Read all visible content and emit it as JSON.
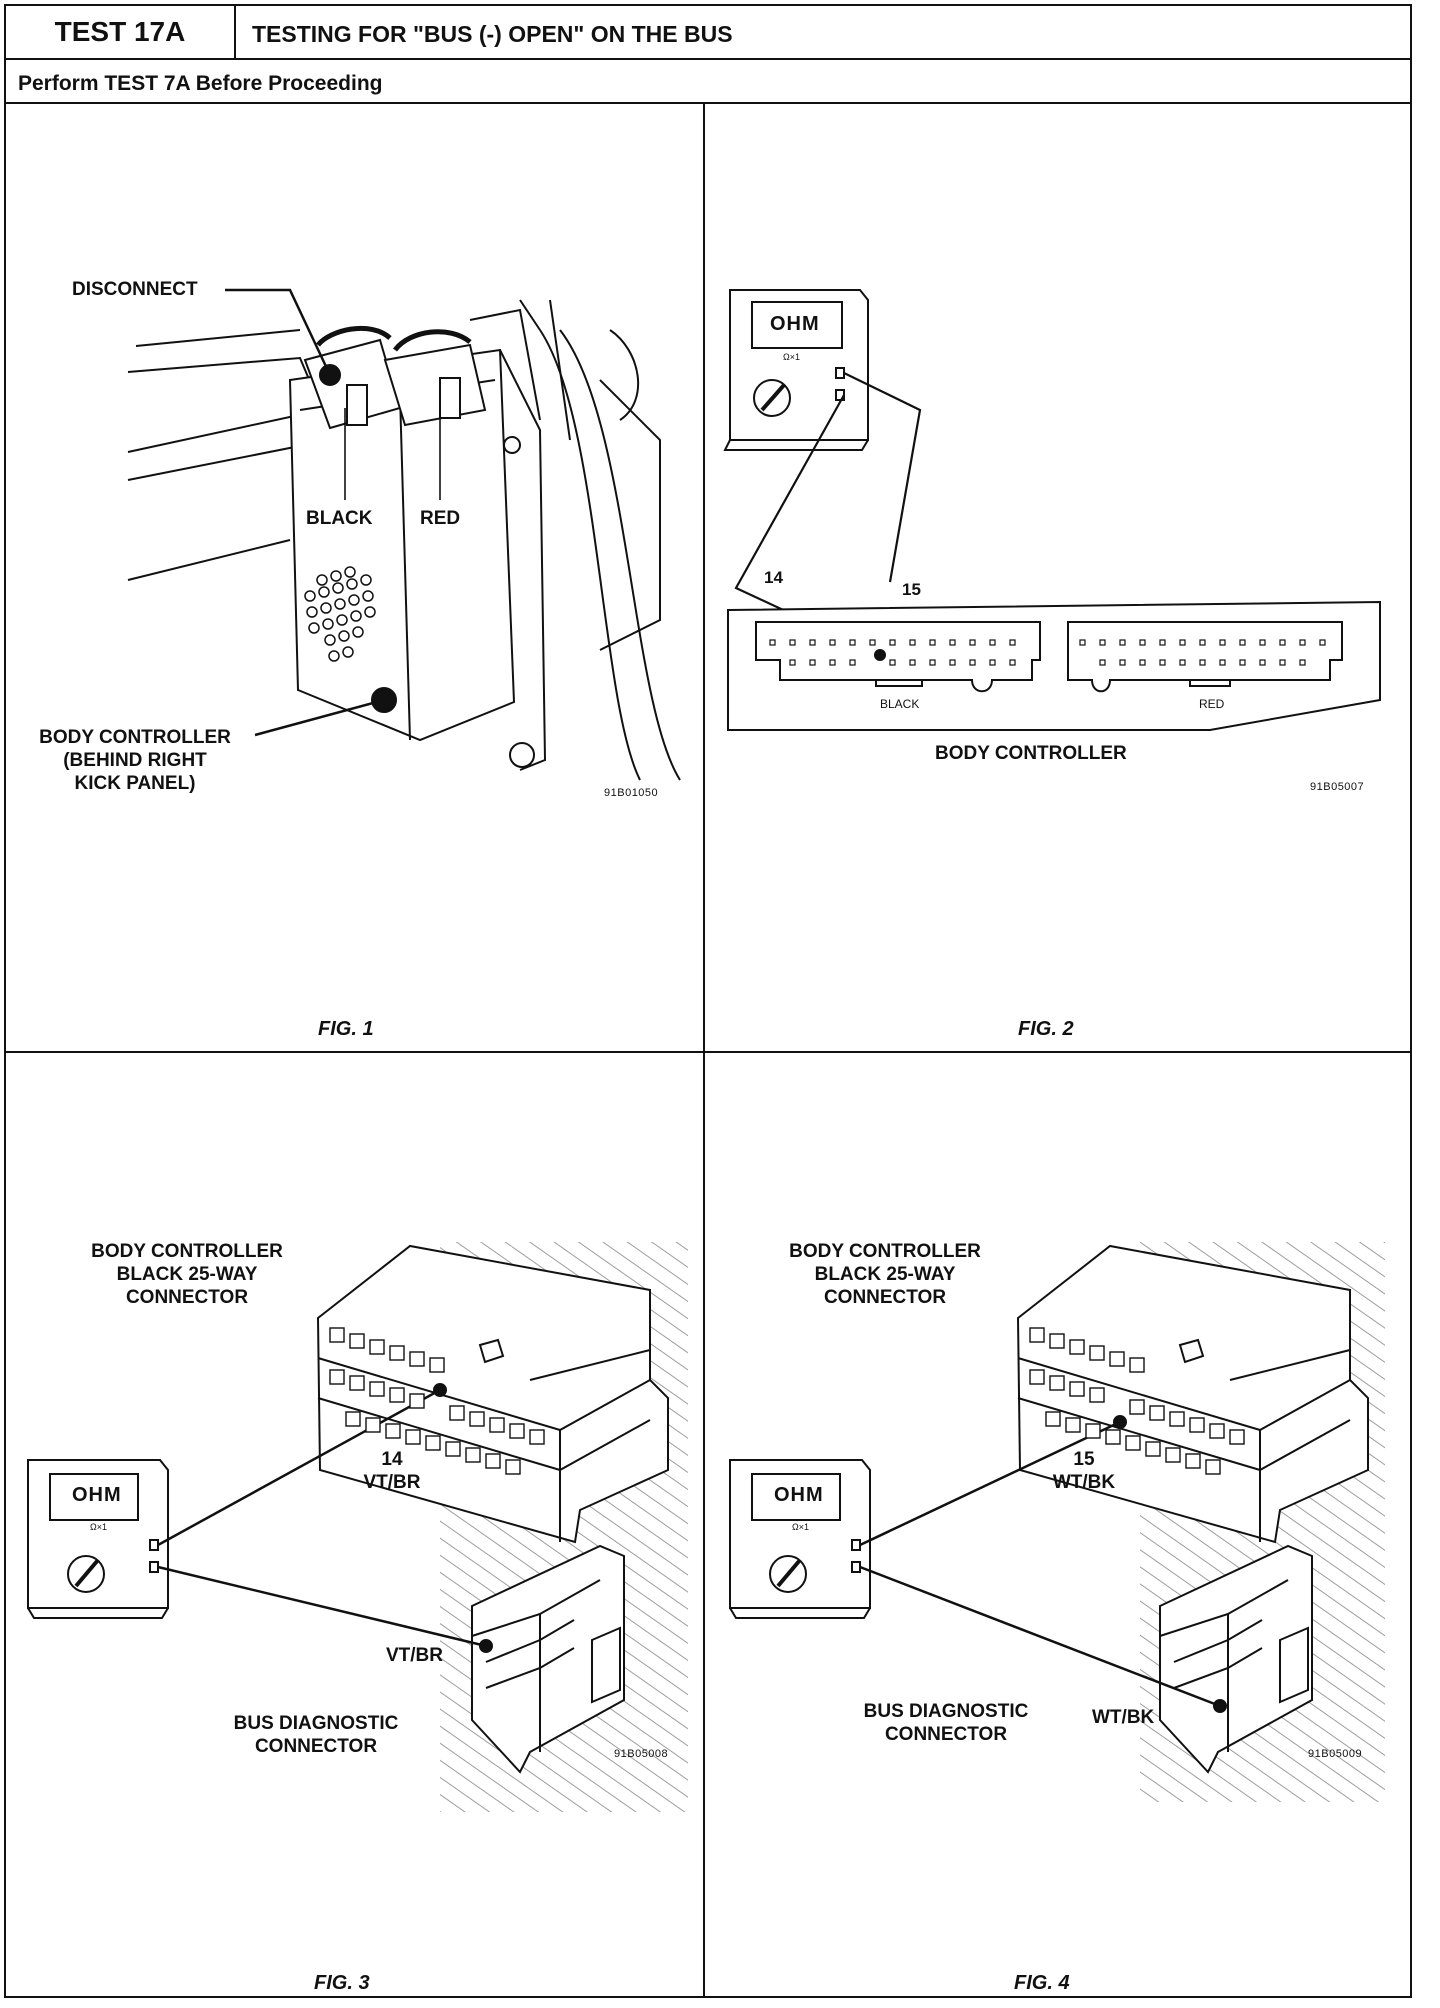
{
  "header": {
    "test_id": "TEST 17A",
    "title": "TESTING FOR \"BUS (-) OPEN\" ON THE BUS",
    "subtitle": "Perform TEST 7A Before Proceeding"
  },
  "fig1": {
    "disconnect": "DISCONNECT",
    "black": "BLACK",
    "red": "RED",
    "body_controller_1": "BODY CONTROLLER",
    "body_controller_2": "(BEHIND RIGHT",
    "body_controller_3": "KICK PANEL)",
    "code": "91B01050",
    "caption": "FIG. 1"
  },
  "fig2": {
    "meter_display": "OHM",
    "range": "Ω×1",
    "pin_a": "14",
    "pin_b": "15",
    "black_conn": "BLACK",
    "red_conn": "RED",
    "body_controller": "BODY CONTROLLER",
    "code": "91B05007",
    "caption": "FIG. 2"
  },
  "fig3": {
    "label_1": "BODY CONTROLLER",
    "label_2": "BLACK 25-WAY",
    "label_3": "CONNECTOR",
    "meter_display": "OHM",
    "range": "Ω×1",
    "pin": "14",
    "wire_top": "VT/BR",
    "wire_bottom": "VT/BR",
    "bus_1": "BUS DIAGNOSTIC",
    "bus_2": "CONNECTOR",
    "code": "91B05008",
    "caption": "FIG. 3"
  },
  "fig4": {
    "label_1": "BODY CONTROLLER",
    "label_2": "BLACK 25-WAY",
    "label_3": "CONNECTOR",
    "meter_display": "OHM",
    "range": "Ω×1",
    "pin": "15",
    "wire_top": "WT/BK",
    "wire_bottom": "WT/BK",
    "bus_1": "BUS DIAGNOSTIC",
    "bus_2": "CONNECTOR",
    "code": "91B05009",
    "caption": "FIG. 4"
  }
}
